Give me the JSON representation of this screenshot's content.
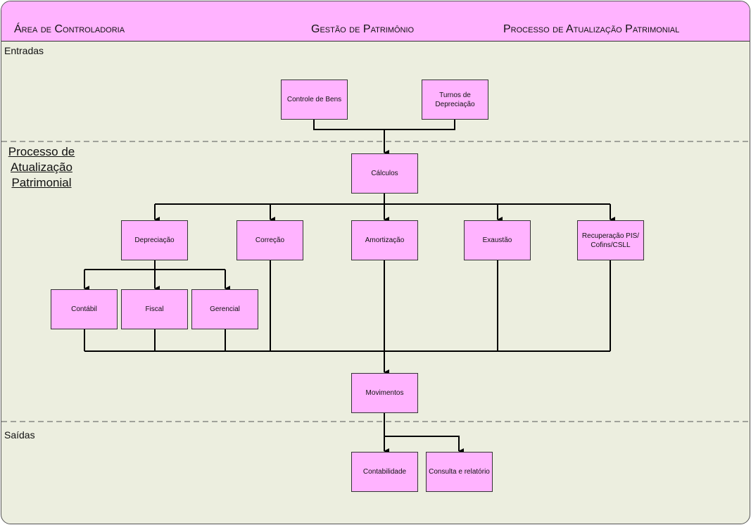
{
  "header": {
    "area": "Área de Controladoria",
    "gestao": "Gestão de Patrimônio",
    "processo": "Processo de Atualização Patrimonial"
  },
  "lanes": {
    "entradas": "Entradas",
    "processo": "Processo de Atualização Patrimonial",
    "saidas": "Saídas"
  },
  "nodes": {
    "controle": "Controle de Bens",
    "turnos": "Turnos de Depreciação",
    "calculos": "Cálculos",
    "depreciacao": "Depreciação",
    "correcao": "Correção",
    "amortizacao": "Amortização",
    "exaustao": "Exaustão",
    "recuperacao": "Recuperação PIS/ Cofins/CSLL",
    "contabil": "Contábil",
    "fiscal": "Fiscal",
    "gerencial": "Gerencial",
    "movimentos": "Movimentos",
    "contabilidade": "Contabilidade",
    "consulta": "Consulta e relatório"
  },
  "colors": {
    "box": "#ffb3ff",
    "background": "#eceedf"
  }
}
